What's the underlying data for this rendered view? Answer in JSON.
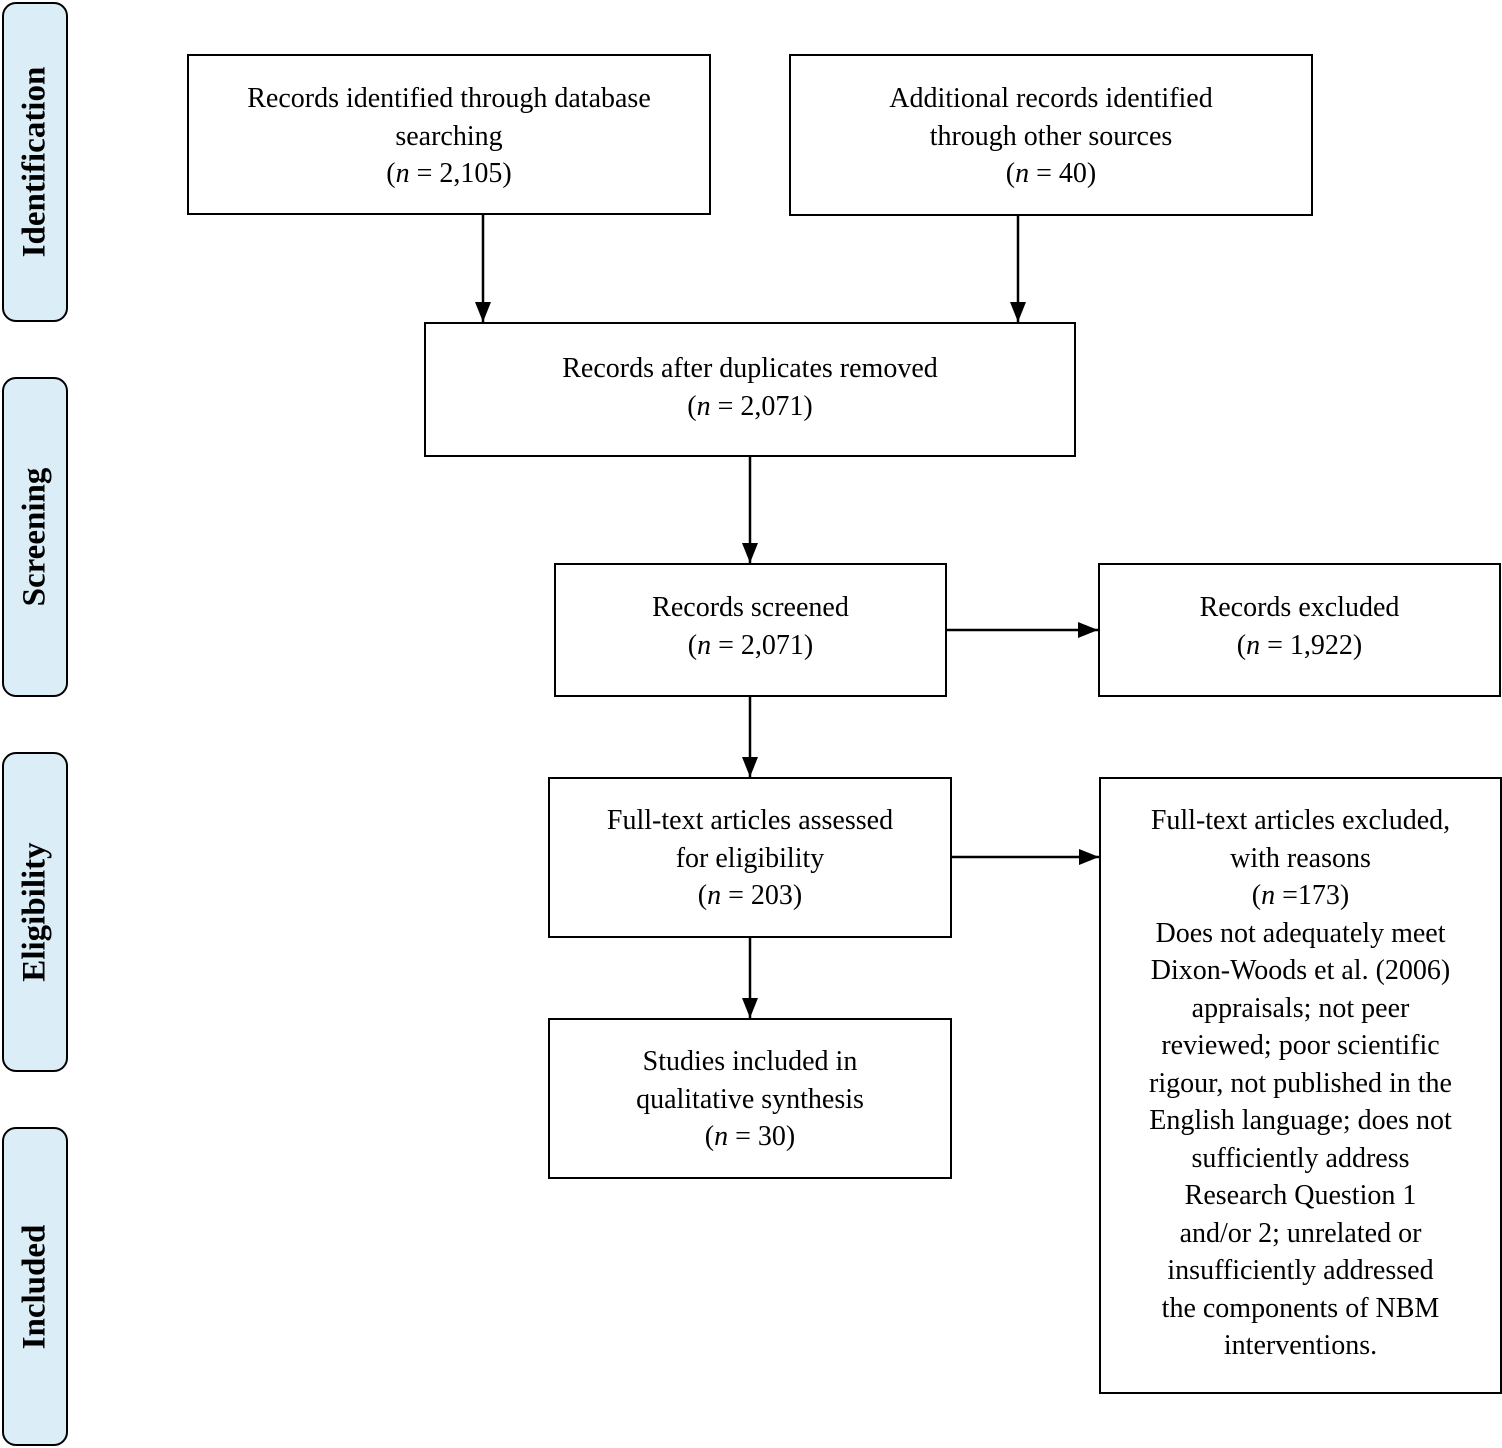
{
  "phases": {
    "identification": "Identification",
    "screening": "Screening",
    "eligibility": "Eligibility",
    "included": "Included"
  },
  "n_symbol": "n",
  "boxes": {
    "database": {
      "lines": [
        "Records identified through database",
        "searching"
      ],
      "count_open": "(",
      "count_rest": " = 2,105)"
    },
    "other_sources": {
      "lines": [
        "Additional records identified",
        "through other sources"
      ],
      "count_open": "(",
      "count_rest": " = 40)"
    },
    "duplicates_removed": {
      "lines": [
        "Records after duplicates removed"
      ],
      "count_open": "(",
      "count_rest": " = 2,071)"
    },
    "screened": {
      "lines": [
        "Records screened"
      ],
      "count_open": "(",
      "count_rest": " = 2,071)"
    },
    "excluded": {
      "lines": [
        "Records excluded"
      ],
      "count_open": "(",
      "count_rest": " = 1,922)"
    },
    "fulltext_assessed": {
      "lines": [
        "Full-text articles assessed",
        "for eligibility"
      ],
      "count_open": "(",
      "count_rest": " = 203)"
    },
    "fulltext_excluded": {
      "lines": [
        "Full-text articles excluded,",
        "with reasons"
      ],
      "count_open": "(",
      "count_rest": " =173)",
      "reasons": [
        "Does not adequately meet",
        "Dixon-Woods et al. (2006)",
        "appraisals; not peer",
        "reviewed; poor scientific",
        "rigour, not published in the",
        "English language; does not",
        "sufficiently address",
        "Research Question 1",
        "and/or 2; unrelated or",
        "insufficiently addressed",
        "the components of NBM",
        "interventions."
      ]
    },
    "included": {
      "lines": [
        "Studies included in",
        "qualitative synthesis"
      ],
      "count_open": "(",
      "count_rest": " = 30)"
    }
  }
}
